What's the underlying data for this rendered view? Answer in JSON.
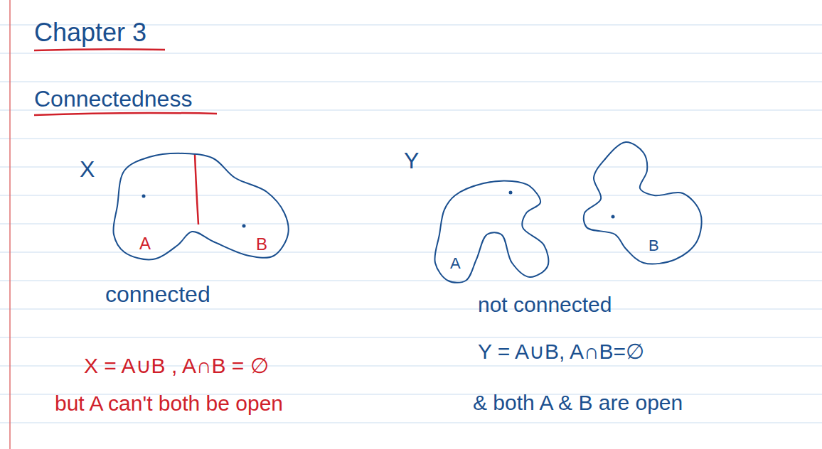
{
  "diagram": {
    "title": "Chapter 3",
    "nodes": [
      {
        "text": [
          "X",
          "A",
          "B"
        ]
      },
      {
        "text": [
          "A"
        ]
      },
      {
        "text": [
          "B"
        ]
      }
    ],
    "labels": [
      "Connectedness",
      "connected",
      "Y",
      "not connected",
      "X = A∪B , A∩B = ∅",
      "but A can't both be open",
      "Y = A∪B, A∩B=∅",
      "& both A & B are open"
    ]
  }
}
